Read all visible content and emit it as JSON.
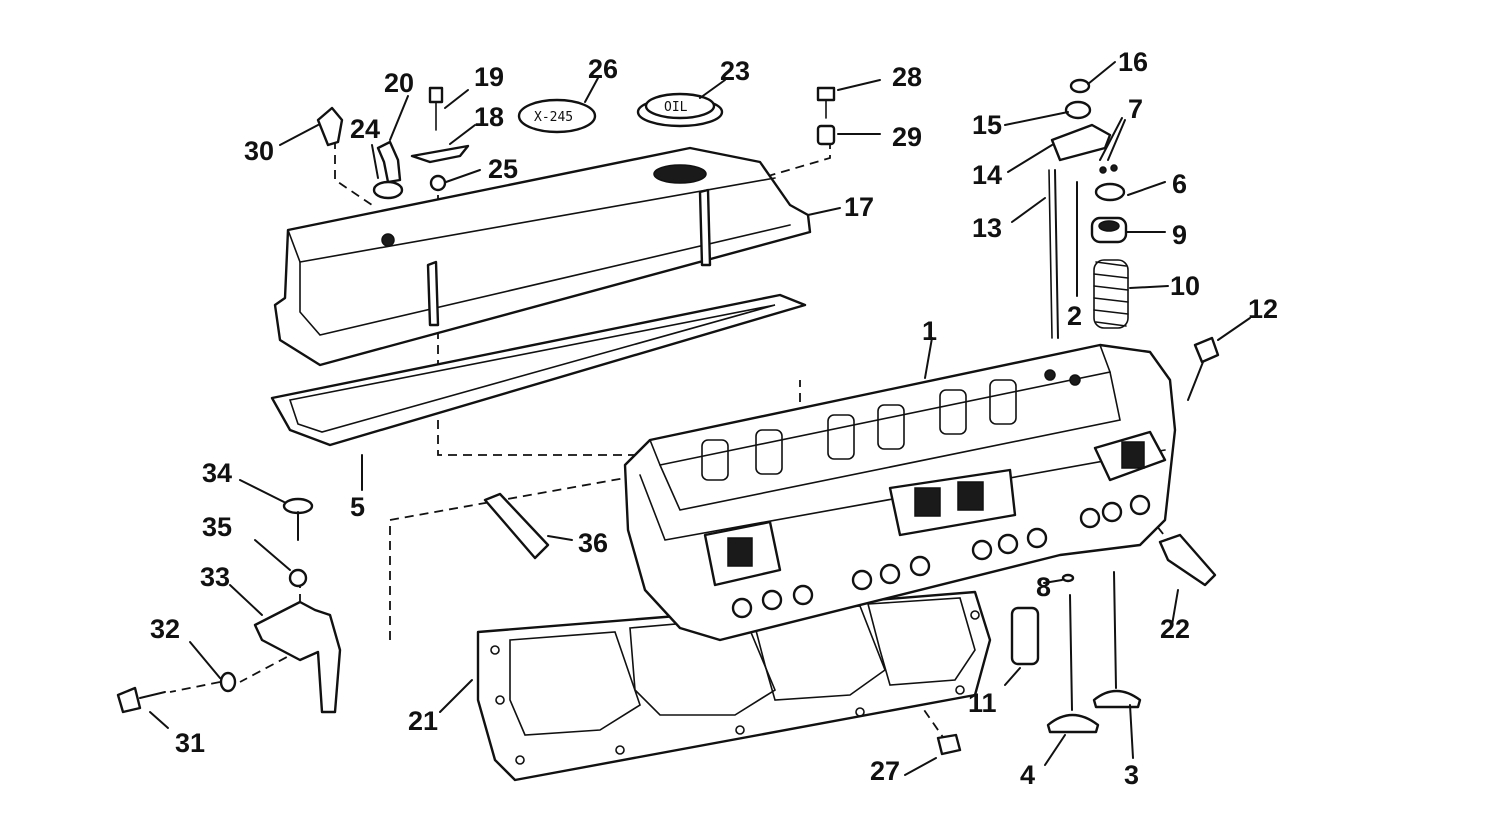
{
  "callouts": [
    {
      "id": "1",
      "text": "1"
    },
    {
      "id": "2",
      "text": "2"
    },
    {
      "id": "3",
      "text": "3"
    },
    {
      "id": "4",
      "text": "4"
    },
    {
      "id": "5",
      "text": "5"
    },
    {
      "id": "6",
      "text": "6"
    },
    {
      "id": "7",
      "text": "7"
    },
    {
      "id": "8",
      "text": "8"
    },
    {
      "id": "9",
      "text": "9"
    },
    {
      "id": "10",
      "text": "10"
    },
    {
      "id": "11",
      "text": "11"
    },
    {
      "id": "12",
      "text": "12"
    },
    {
      "id": "13",
      "text": "13"
    },
    {
      "id": "14",
      "text": "14"
    },
    {
      "id": "15",
      "text": "15"
    },
    {
      "id": "16",
      "text": "16"
    },
    {
      "id": "17",
      "text": "17"
    },
    {
      "id": "18",
      "text": "18"
    },
    {
      "id": "19",
      "text": "19"
    },
    {
      "id": "20",
      "text": "20"
    },
    {
      "id": "21",
      "text": "21"
    },
    {
      "id": "22",
      "text": "22"
    },
    {
      "id": "23",
      "text": "23"
    },
    {
      "id": "24",
      "text": "24"
    },
    {
      "id": "25",
      "text": "25"
    },
    {
      "id": "26",
      "text": "26"
    },
    {
      "id": "27",
      "text": "27"
    },
    {
      "id": "28",
      "text": "28"
    },
    {
      "id": "29",
      "text": "29"
    },
    {
      "id": "30",
      "text": "30"
    },
    {
      "id": "31",
      "text": "31"
    },
    {
      "id": "32",
      "text": "32"
    },
    {
      "id": "33",
      "text": "33"
    },
    {
      "id": "34",
      "text": "34"
    },
    {
      "id": "35",
      "text": "35"
    },
    {
      "id": "36",
      "text": "36"
    }
  ],
  "part_markings": {
    "oil_cap": "OIL",
    "decal": "X-245"
  }
}
